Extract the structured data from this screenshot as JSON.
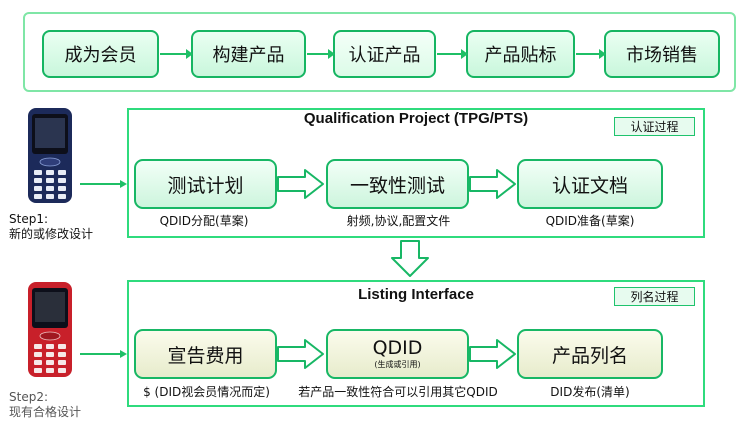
{
  "top_flow": {
    "steps": [
      "成为会员",
      "构建产品",
      "认证产品",
      "产品贴标",
      "市场销售"
    ]
  },
  "qualification": {
    "title": "Qualification Project (TPG/PTS)",
    "tag": "认证过程",
    "steps": [
      "测试计划",
      "一致性测试",
      "认证文档"
    ],
    "captions": [
      "QDID分配(草案)",
      "射频,协议,配置文件",
      "QDID准备(草案)"
    ]
  },
  "listing": {
    "title": "Listing Interface",
    "tag": "列名过程",
    "steps": [
      "宣告费用",
      "QDID",
      "产品列名"
    ],
    "qdid_sub": "(生成或引用)",
    "captions": [
      "$ (DID视会员情况而定)",
      "若产品一致性符合可以引用其它QDID",
      "DID发布(清单)"
    ]
  },
  "step1": {
    "line1": "Step1:",
    "line2": "新的或修改设计"
  },
  "step2": {
    "line1": "Step2:",
    "line2": "现有合格设计"
  },
  "colors": {
    "border": "#16b562",
    "frame": "#2fdb7d",
    "arrow": "#1fbf66"
  }
}
